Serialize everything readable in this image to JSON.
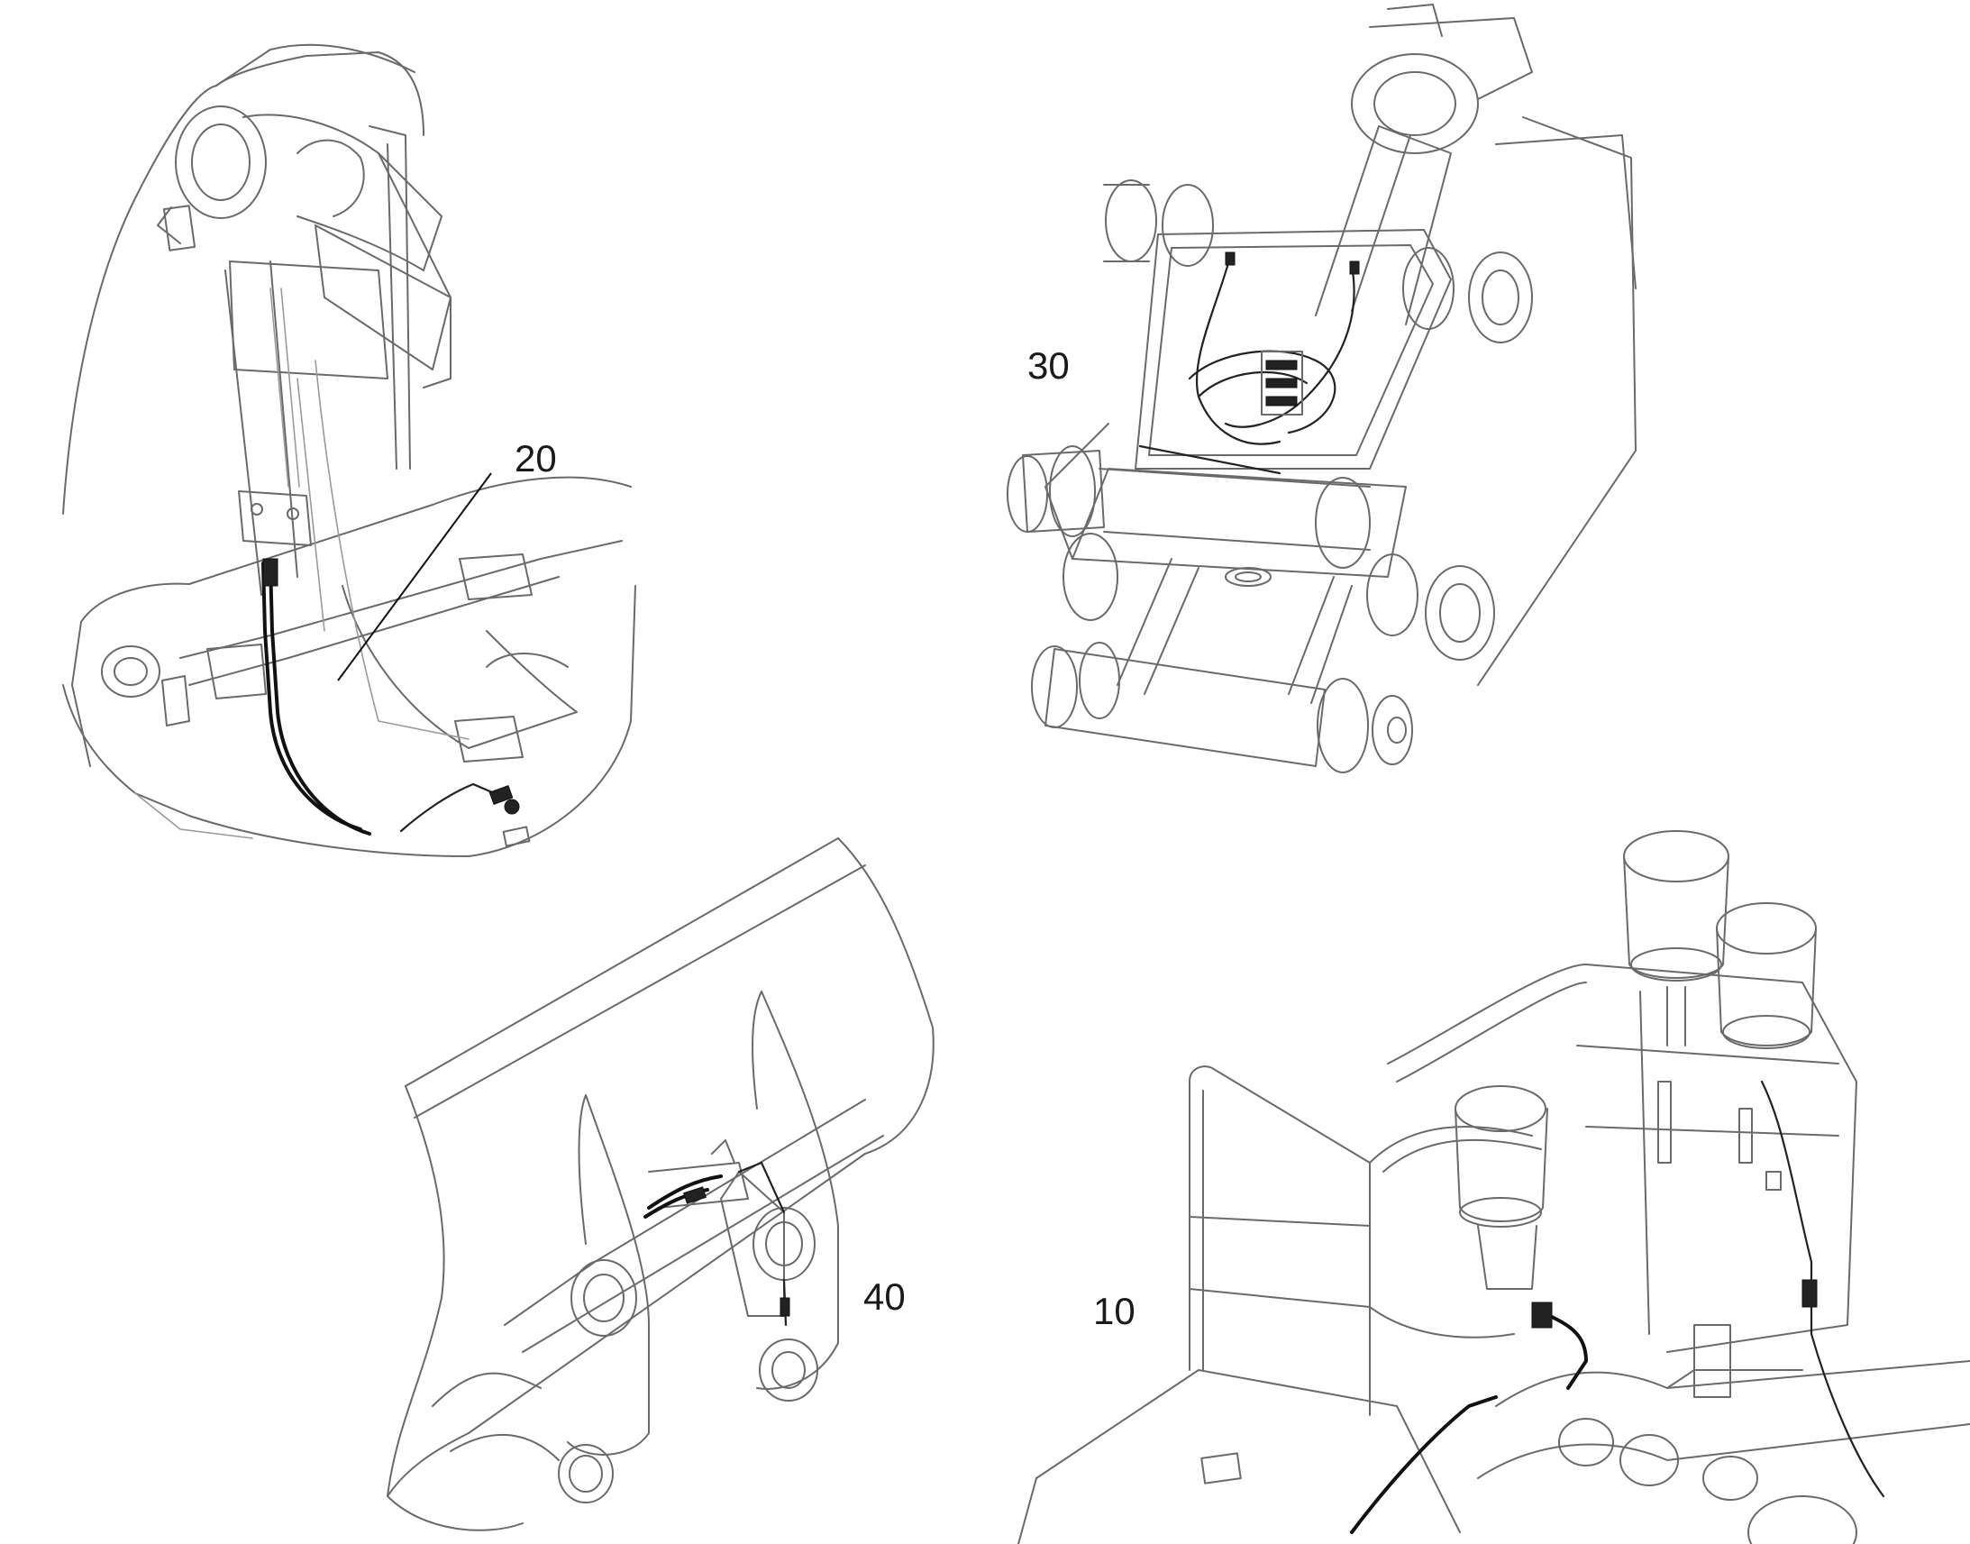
{
  "figure": {
    "views": [
      {
        "id": "view-20",
        "label": "20"
      },
      {
        "id": "view-30",
        "label": "30"
      },
      {
        "id": "view-40",
        "label": "40"
      },
      {
        "id": "view-10",
        "label": "10"
      }
    ]
  }
}
